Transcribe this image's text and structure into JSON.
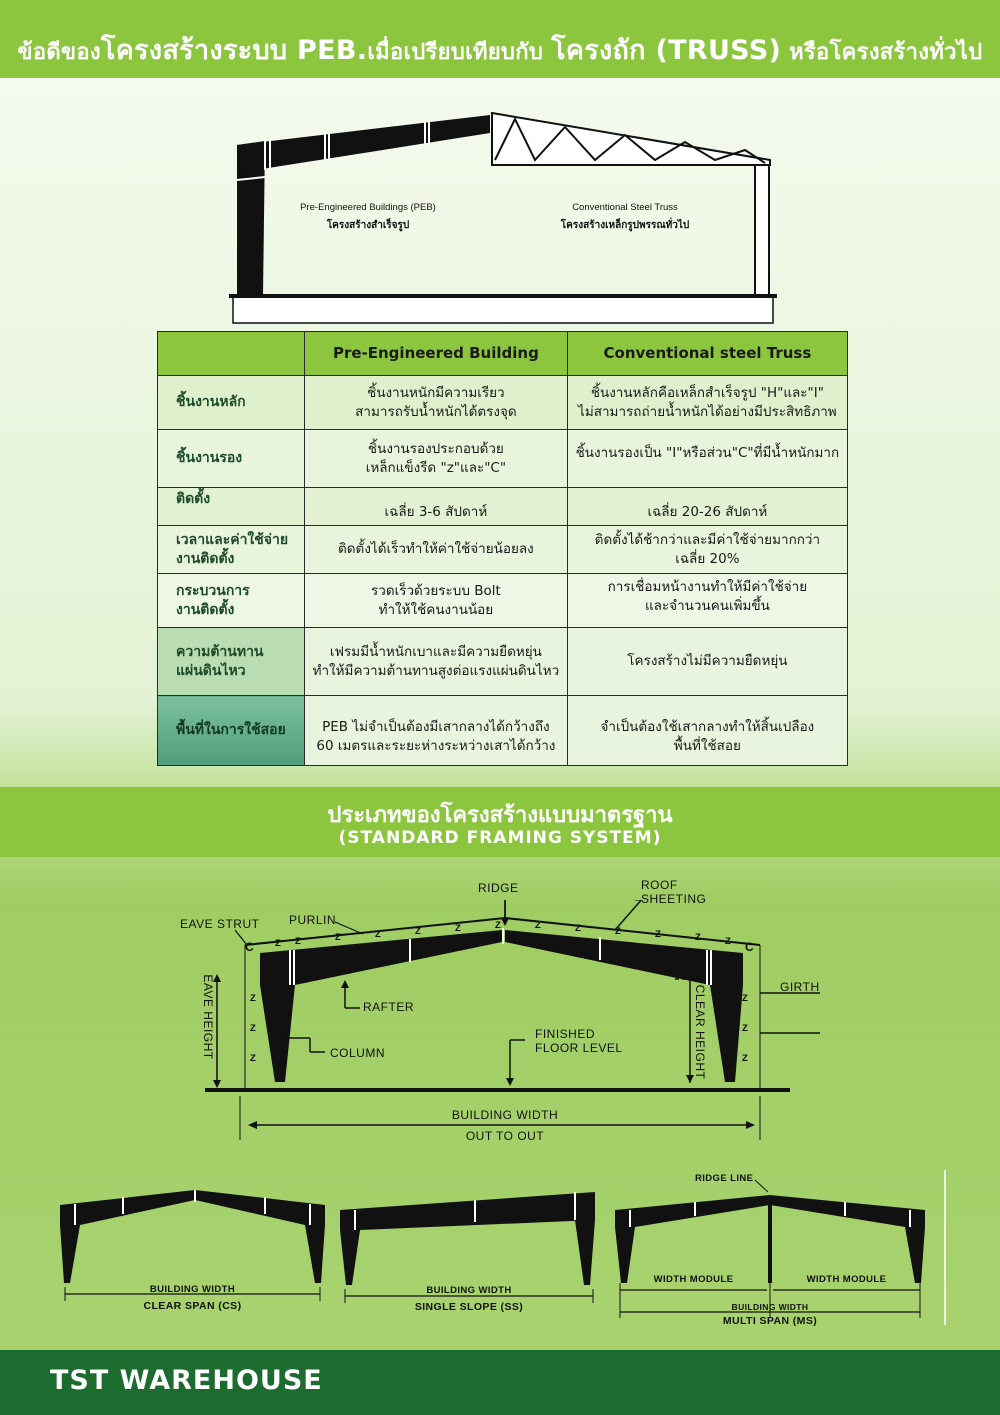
{
  "header": {
    "title_a": "ข้อดีของ",
    "title_b": "โครงสร้างระบบ PEB.",
    "title_c": "เมื่อเปรียบเทียบกับ",
    "title_d": "โครงถัก (TRUSS)",
    "title_e": "หรือโครงสร้างทั่วไป"
  },
  "illustration": {
    "peb_en": "Pre-Engineered Buildings (PEB)",
    "peb_th": "โครงสร้างสำเร็จรูป",
    "truss_en": "Conventional Steel Truss",
    "truss_th": "โครงสร้างเหล็กรูปพรรณทั่วไป"
  },
  "table": {
    "col1": "Pre-Engineered Building",
    "col2": "Conventional steel Truss",
    "rows": [
      {
        "h1": "ชิ้นงานหลัก",
        "h2": "",
        "a1": "ชิ้นงานหนักมีความเรียว",
        "a2": "สามารถรับน้ำหนักได้ตรงจุด",
        "b1": "ชิ้นงานหลักคือเหล็กสำเร็จรูป \"H\"และ\"I\"",
        "b2": "ไม่สามารถถ่ายน้ำหนักได้อย่างมีประสิทธิภาพ"
      },
      {
        "h1": "ชิ้นงานรอง",
        "h2": "",
        "a1": "ชิ้นงานรองประกอบด้วย",
        "a2": "เหล็กแข็งรีด \"z\"และ\"C\"",
        "b1": "ชิ้นงานรองเป็น \"I\"หรือส่วน\"C\"ที่มีน้ำหนักมาก",
        "b2": ""
      },
      {
        "h1": "ติดตั้ง",
        "h2": "",
        "a1": "เฉลี่ย 3-6 สัปดาห์",
        "a2": "",
        "b1": "เฉลี่ย 20-26 สัปดาห์",
        "b2": ""
      },
      {
        "h1": "เวลาและค่าใช้จ่าย",
        "h2": "งานติดตั้ง",
        "a1": "ติดตั้งได้เร็วทำให้ค่าใช้จ่ายน้อยลง",
        "a2": "",
        "b1": "ติดตั้งได้ช้ากว่าและมีค่าใช้จ่ายมากกว่า",
        "b2": "เฉลี่ย 20%"
      },
      {
        "h1": "กระบวนการ",
        "h2": "งานติดตั้ง",
        "a1": "รวดเร็วด้วยระบบ Bolt",
        "a2": "ทำให้ใช้คนงานน้อย",
        "b1": "การเชื่อมหน้างานทำให้มีค่าใช้จ่าย",
        "b2": "และจำนวนคนเพิ่มขึ้น"
      },
      {
        "h1": "ความต้านทาน",
        "h2": "แผ่นดินไหว",
        "a1": "เฟรมมีน้ำหนักเบาและมีความยืดหยุ่น",
        "a2": "ทำให้มีความต้านทานสูงต่อแรงแผ่นดินไหว",
        "b1": "โครงสร้างไม่มีความยืดหยุ่น",
        "b2": ""
      },
      {
        "h1": "พื้นที่ในการใช้สอย",
        "h2": "",
        "a1": "PEB ไม่จำเป็นต้องมีเสากลางได้กว้างถึง",
        "a2": "60 เมตรและระยะห่างระหว่างเสาได้กว้าง",
        "b1": "จำเป็นต้องใช้เสากลางทำให้สิ้นเปลือง",
        "b2": "พื้นที่ใช้สอย"
      }
    ]
  },
  "section": {
    "title_th": "ประเภทของโครงสร้างแบบมาตรฐาน",
    "title_en": "(STANDARD FRAMING SYSTEM)"
  },
  "diagram": {
    "ridge": "RIDGE",
    "roof1": "ROOF",
    "roof2": "SHEETING",
    "eave_strut": "EAVE STRUT",
    "purlin": "PURLIN",
    "rafter": "RAFTER",
    "column": "COLUMN",
    "finished1": "FINISHED",
    "finished2": "FLOOR LEVEL",
    "girth": "GIRTH",
    "eave_height": "EAVE HEIGHT",
    "clear_height": "CLEAR HEIGHT",
    "width1": "BUILDING WIDTH",
    "width2": "OUT TO OUT",
    "c": "C",
    "z": "Z"
  },
  "types": {
    "cs_width": "BUILDING WIDTH",
    "cs_name": "CLEAR SPAN (CS)",
    "ss_width": "BUILDING WIDTH",
    "ss_name": "SINGLE SLOPE (SS)",
    "ms_ridge": "RIDGE LINE",
    "ms_module1": "WIDTH MODULE",
    "ms_module2": "WIDTH MODULE",
    "ms_width": "BUILDING WIDTH",
    "ms_name": "MULTI SPAN (MS)"
  },
  "footer": {
    "brand": "TST WAREHOUSE"
  },
  "colors": {
    "green": "#8cc63f",
    "dark_green": "#1c6b2f"
  }
}
